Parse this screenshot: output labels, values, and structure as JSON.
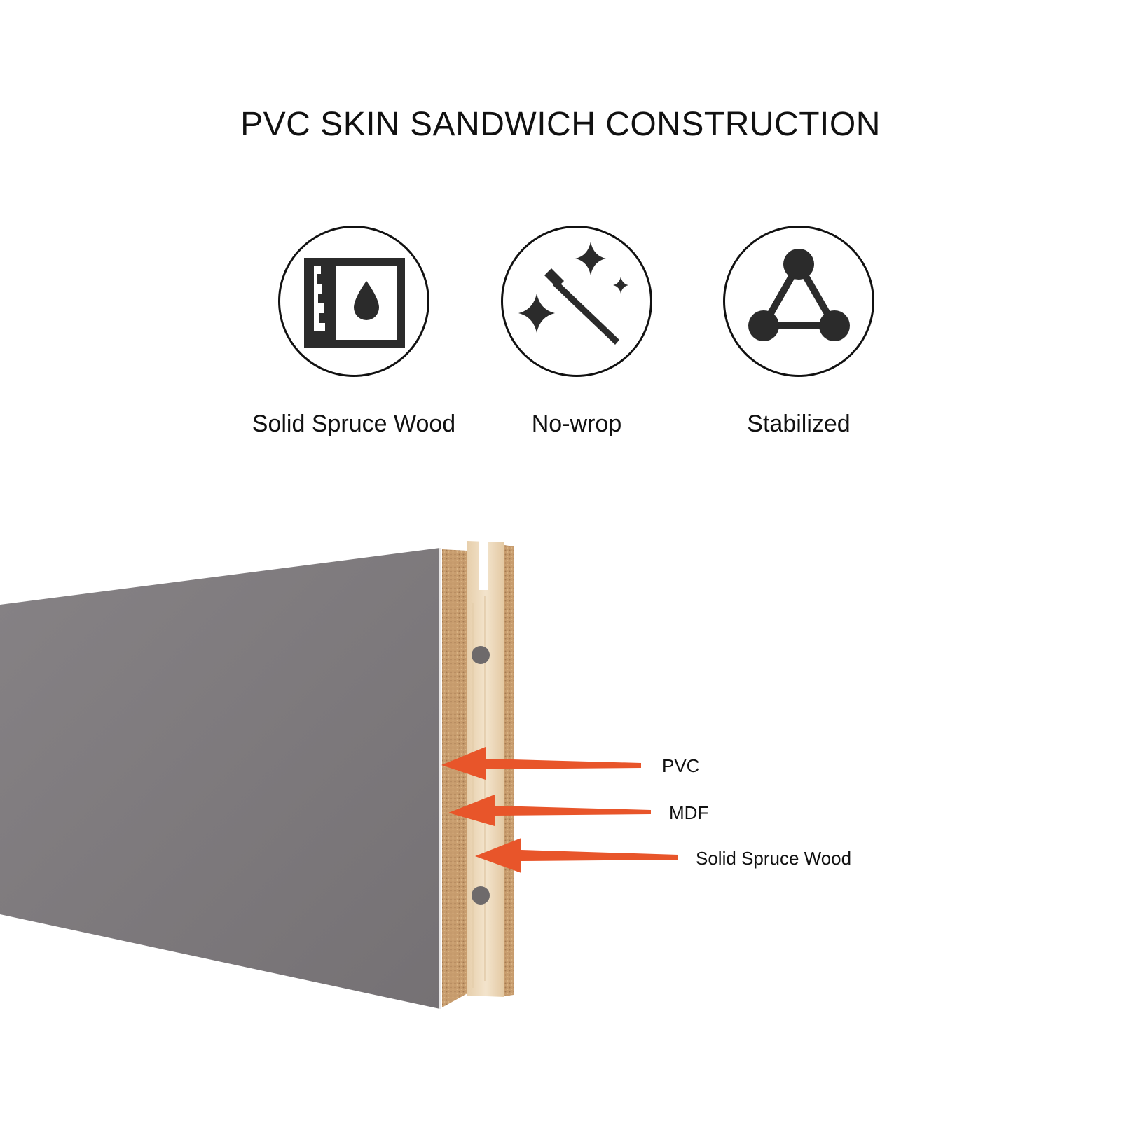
{
  "title": "PVC SKIN SANDWICH CONSTRUCTION",
  "features": [
    {
      "label": "Solid Spruce Wood",
      "icon": "waterproof-board-icon"
    },
    {
      "label": "No-wrop",
      "icon": "magic-wand-icon"
    },
    {
      "label": "Stabilized",
      "icon": "triangle-nodes-icon"
    }
  ],
  "callouts": [
    {
      "label": "PVC"
    },
    {
      "label": "MDF"
    },
    {
      "label": "Solid Spruce Wood"
    }
  ],
  "colors": {
    "pvc_skin": "#7d7a7d",
    "mdf": "#c8a074",
    "spruce": "#ecd8bb",
    "arrow": "#e8552a",
    "icon": "#2b2b2b"
  }
}
